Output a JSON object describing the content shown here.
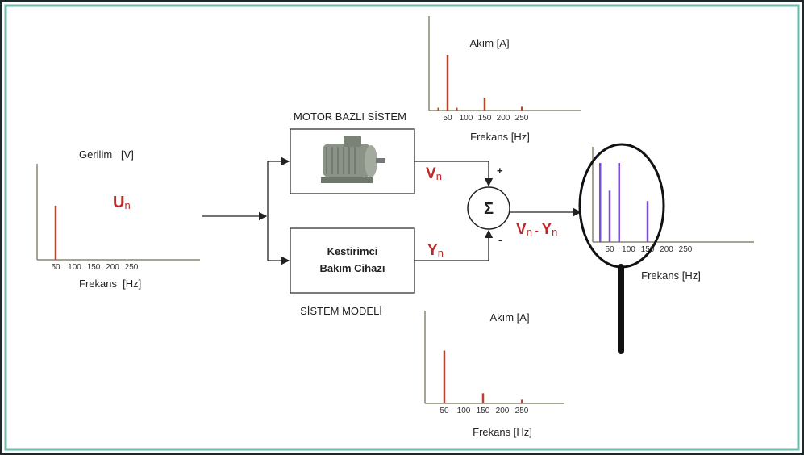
{
  "colors": {
    "bar_red": "#b5462a",
    "bar_purple": "#7a4fd0",
    "frame_outer": "#1e2a2a",
    "frame_inner": "#6fb9a8",
    "signal_red": "#c0282a"
  },
  "input_chart": {
    "title": "Gerilim   [V]",
    "xlabel": "Frekans  [Hz]",
    "signal": "U",
    "signal_sub": "n"
  },
  "motor_block": {
    "title": "MOTOR BAZLI SİSTEM",
    "icon": "electric-motor-icon"
  },
  "model_block": {
    "line1": "Kestirimci",
    "line2": "Bakım Cihazı",
    "caption": "SİSTEM MODELİ"
  },
  "signals": {
    "v": "V",
    "v_sub": "n",
    "y": "Y",
    "y_sub": "n",
    "plus": "+",
    "minus": "-",
    "sigma": "Σ",
    "diff_v": "V",
    "diff_v_sub": "n",
    "diff_dash": " - ",
    "diff_y": "Y",
    "diff_y_sub": "n"
  },
  "chart_data": [
    {
      "type": "bar",
      "name": "input-voltage",
      "title": "Gerilim [V]",
      "xlabel": "Frekans [Hz]",
      "ticks": [
        "50",
        "100",
        "150",
        "200",
        "250"
      ],
      "x": [
        50
      ],
      "values": [
        0.55
      ],
      "ylim": [
        0,
        1
      ]
    },
    {
      "type": "bar",
      "name": "motor-current",
      "title": "Akım [A]",
      "xlabel": "Frekans [Hz]",
      "ticks": [
        "50",
        "100",
        "150",
        "200",
        "250"
      ],
      "x": [
        25,
        50,
        75,
        150,
        250
      ],
      "values": [
        0.03,
        0.6,
        0.03,
        0.14,
        0.04
      ],
      "ylim": [
        0,
        1
      ]
    },
    {
      "type": "bar",
      "name": "model-current",
      "title": "Akım [A]",
      "xlabel": "Frekans [Hz]",
      "ticks": [
        "50",
        "100",
        "150",
        "200",
        "250"
      ],
      "x": [
        50,
        150,
        250
      ],
      "values": [
        0.57,
        0.11,
        0.04
      ],
      "ylim": [
        0,
        1
      ]
    },
    {
      "type": "bar",
      "name": "residual",
      "title": "",
      "xlabel": "Frekans [Hz]",
      "ticks": [
        "50",
        "100",
        "150",
        "200",
        "250"
      ],
      "x": [
        25,
        50,
        75,
        150
      ],
      "values": [
        0.83,
        0.54,
        0.83,
        0.43
      ],
      "ylim": [
        0,
        1
      ]
    }
  ]
}
